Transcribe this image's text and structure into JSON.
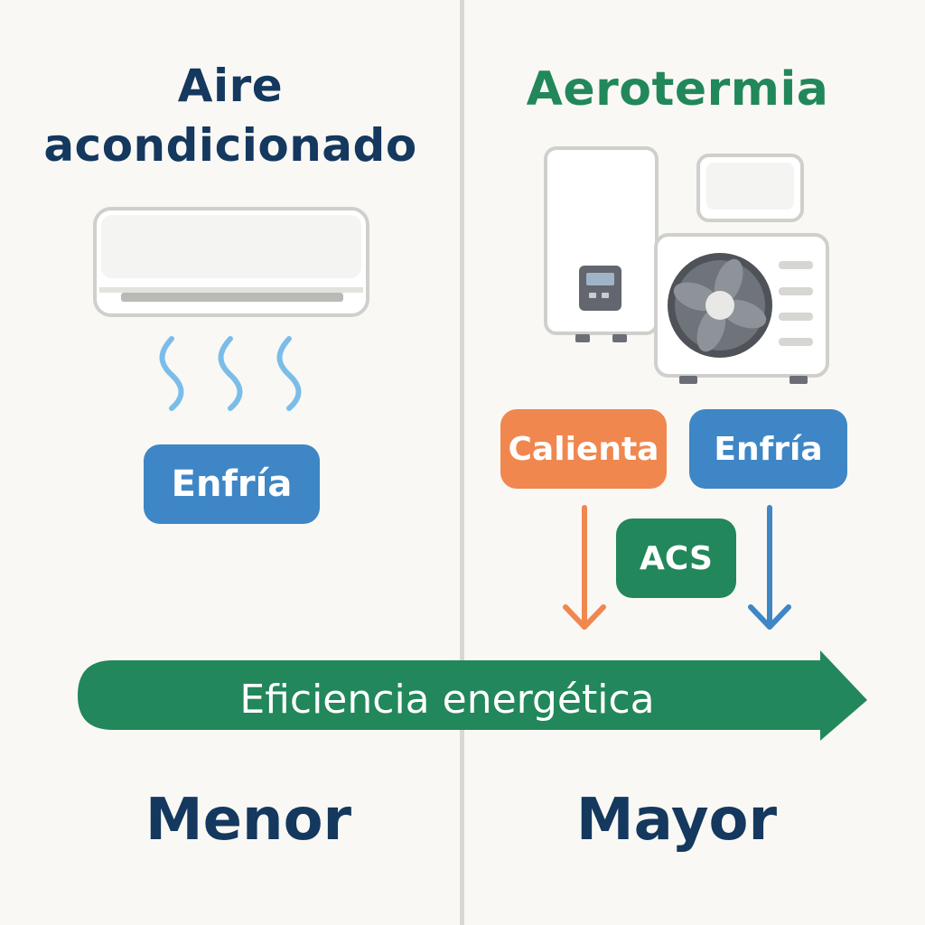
{
  "left": {
    "title_line1": "Aire",
    "title_line2": "acondicionado",
    "cool_label": "Enfría",
    "efficiency_label": "Menor"
  },
  "right": {
    "title": "Aerotermia",
    "heat_label": "Calienta",
    "cool_label": "Enfría",
    "acs_label": "ACS",
    "efficiency_label": "Mayor"
  },
  "banner": {
    "label": "Eficiencia energética"
  },
  "colors": {
    "navy": "#14385e",
    "green": "#22875a",
    "blue": "#3e86c6",
    "orange": "#f0874f",
    "light_blue": "#7bbde9"
  }
}
